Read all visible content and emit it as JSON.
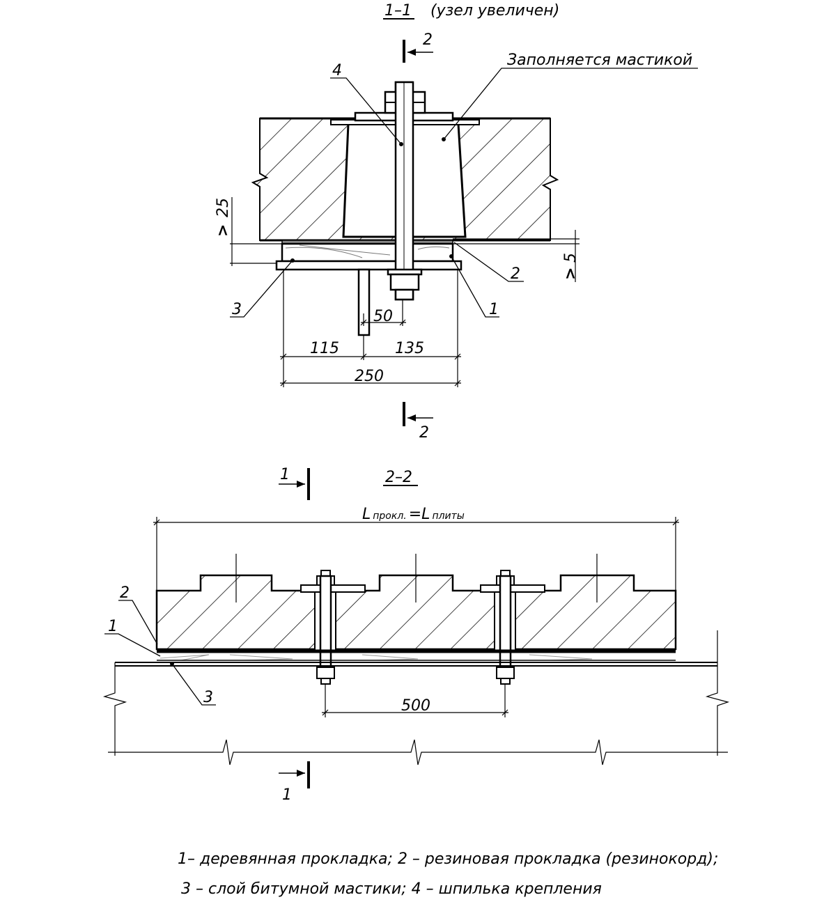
{
  "section_1": {
    "title": "1–1",
    "subtitle": "(узел увеличен)",
    "cut_mark_top": "2",
    "cut_mark_bottom": "2",
    "note": "Заполняется мастикой",
    "callouts": {
      "c4": "4",
      "c2": "2",
      "c1": "1",
      "c3": "3"
    },
    "dims": {
      "d25": "25",
      "d25_sign": ">",
      "d5": "5",
      "d5_sign": ">",
      "d50": "50",
      "d115": "115",
      "d135": "135",
      "d250": "250"
    }
  },
  "section_2": {
    "title": "2–2",
    "cut_mark_top": "1",
    "cut_mark_bottom": "1",
    "length_label_L1": "L",
    "length_label_sub1": "прокл.",
    "length_label_eq": "=L",
    "length_label_sub2": "плиты",
    "callouts": {
      "c2": "2",
      "c1": "1",
      "c3": "3"
    },
    "dims": {
      "d500": "500"
    }
  },
  "legend": {
    "line1": "1– деревянная прокладка; 2 – резиновая прокладка (резинокорд);",
    "line2": "3 – слой битумной мастики; 4 – шпилька крепления"
  },
  "colors": {
    "ink": "#000000",
    "rubber": "#888888"
  }
}
